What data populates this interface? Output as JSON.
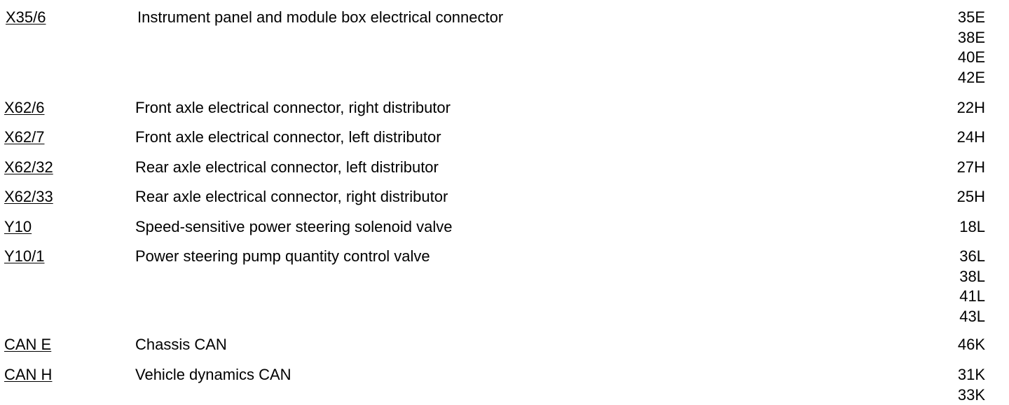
{
  "legend": {
    "rows": [
      {
        "code": "X35/6",
        "description": "Instrument panel and module box electrical connector",
        "refs": [
          "35E",
          "38E",
          "40E",
          "42E"
        ]
      },
      {
        "code": "X62/6",
        "description": "Front axle electrical connector, right distributor",
        "refs": [
          "22H"
        ]
      },
      {
        "code": "X62/7",
        "description": "Front axle electrical connector, left distributor",
        "refs": [
          "24H"
        ]
      },
      {
        "code": "X62/32",
        "description": "Rear axle electrical connector, left distributor",
        "refs": [
          "27H"
        ]
      },
      {
        "code": "X62/33",
        "description": "Rear axle electrical connector, right distributor",
        "refs": [
          "25H"
        ]
      },
      {
        "code": "Y10",
        "description": "Speed-sensitive power steering solenoid valve",
        "refs": [
          "18L"
        ]
      },
      {
        "code": "Y10/1",
        "description": "Power steering pump quantity control valve",
        "refs": [
          "36L",
          "38L",
          "41L",
          "43L"
        ]
      },
      {
        "code": "CAN E",
        "description": "Chassis CAN",
        "refs": [
          "46K"
        ]
      },
      {
        "code": "CAN H",
        "description": "Vehicle dynamics CAN",
        "refs": [
          "31K",
          "33K"
        ]
      }
    ]
  }
}
